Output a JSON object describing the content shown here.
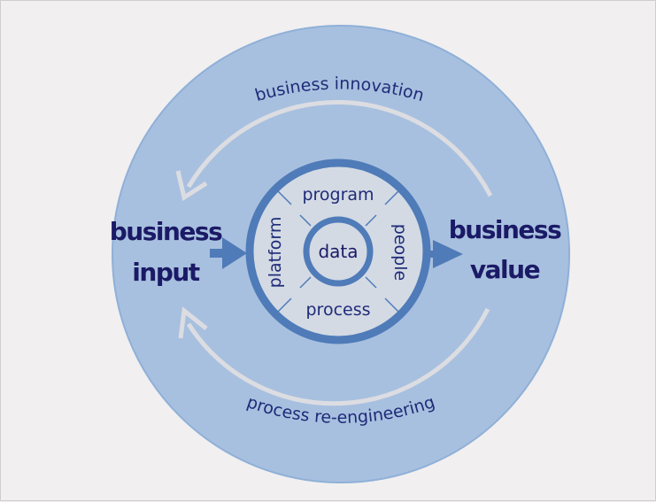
{
  "diagram": {
    "left_label": [
      "business",
      "input"
    ],
    "right_label": [
      "business",
      "value"
    ],
    "top_arc_label": "business innovation",
    "bottom_arc_label": "process re-engineering",
    "ring_labels": {
      "top": "program",
      "bottom": "process",
      "left": "platform",
      "right": "people"
    },
    "core_label": "data"
  },
  "colors": {
    "background": "#f1eff0",
    "outer_circle": "#a8c0df",
    "outer_border": "#8fb0d8",
    "ring_stroke": "#4f7bb8",
    "inner_fill": "#d3dae4",
    "arrow": "#4f7bb8",
    "arc": "#dcdde2",
    "text": "#1b1a66"
  }
}
